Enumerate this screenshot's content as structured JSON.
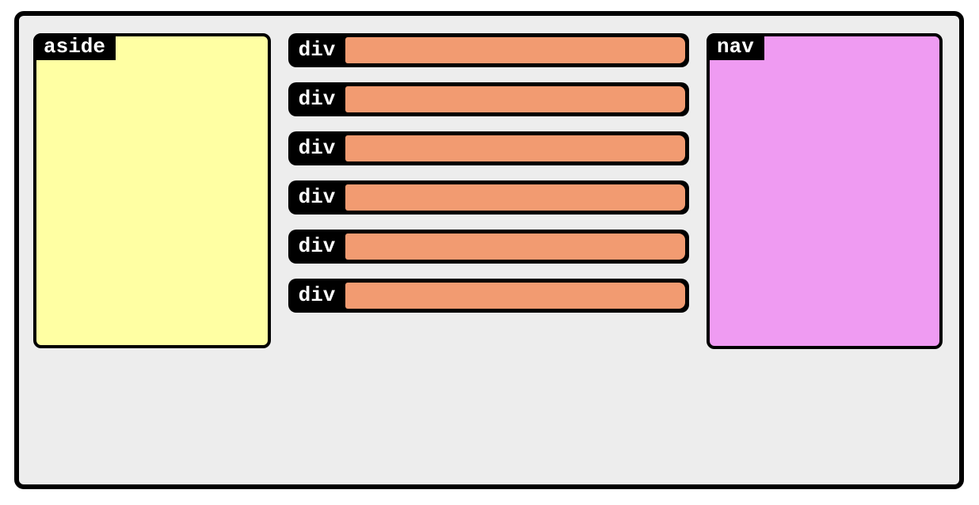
{
  "diagram": {
    "description": "HTML layout elements illustration",
    "container": {
      "background_color": "#ededed",
      "border_color": "#000000"
    },
    "label_style": {
      "background_color": "#000000",
      "text_color": "#ffffff"
    },
    "aside": {
      "tag_label": "aside",
      "fill_color": "#ffffa3"
    },
    "bars": [
      {
        "tag_label": "div"
      },
      {
        "tag_label": "div"
      },
      {
        "tag_label": "div"
      },
      {
        "tag_label": "div"
      },
      {
        "tag_label": "div"
      },
      {
        "tag_label": "div"
      }
    ],
    "bar_fill_color": "#f29b71",
    "nav": {
      "tag_label": "nav",
      "fill_color": "#ef9bf2"
    }
  }
}
